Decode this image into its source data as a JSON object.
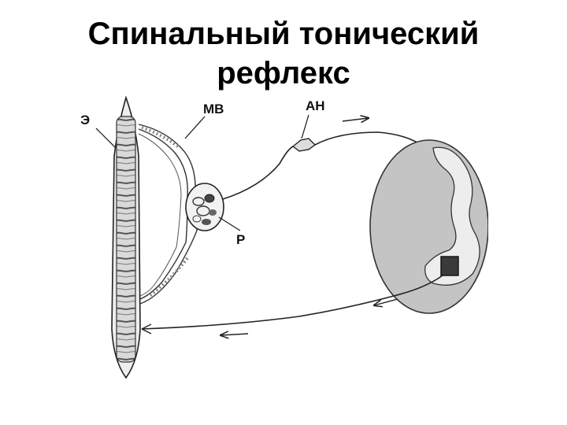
{
  "title": {
    "line1": "Спинальный тонический",
    "line2": "рефлекс"
  },
  "labels": {
    "e": "Э",
    "mv": "МВ",
    "an": "АН",
    "p": "Р"
  },
  "colors": {
    "ink": "#222222",
    "cord_fill": "#bdbdbd",
    "fiber_fill": "#d8d8d8"
  }
}
